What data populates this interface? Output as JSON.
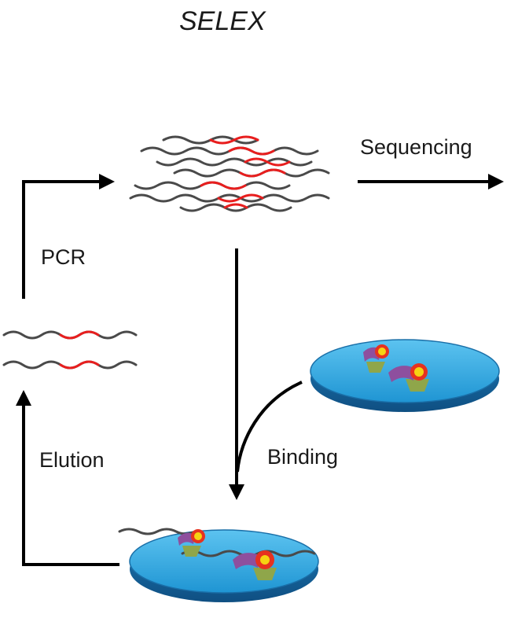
{
  "diagram": {
    "title": "SELEX",
    "labels": {
      "sequencing": "Sequencing",
      "pcr": "PCR",
      "elution": "Elution",
      "binding": "Binding"
    },
    "colors": {
      "strand": "#4a4a4a",
      "binding_region": "#e81e1e",
      "arrow": "#000000",
      "disk_top": "#2aa3dd",
      "disk_edge": "#1a6fa8",
      "target_purple": "#8e4f9e",
      "target_green": "#8fa64a",
      "target_star": "#f5d312",
      "target_star_ring": "#e6321f"
    }
  }
}
